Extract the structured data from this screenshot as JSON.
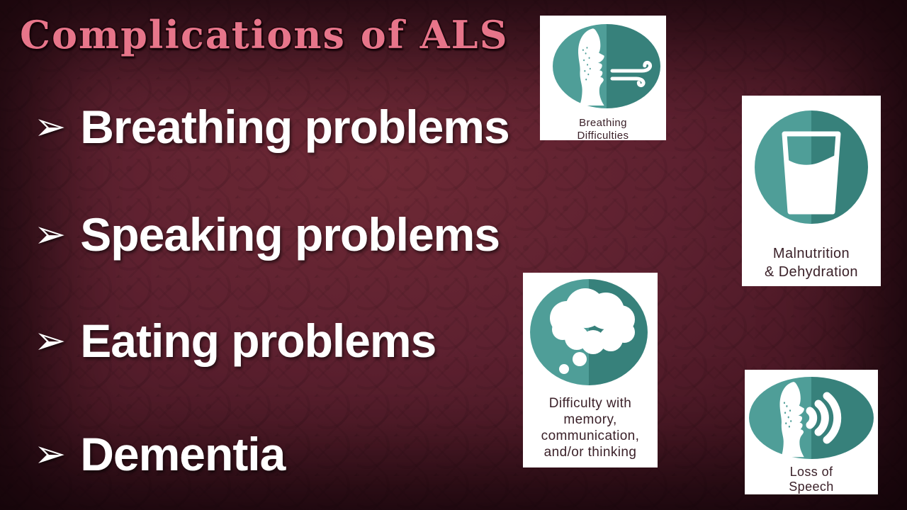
{
  "slide": {
    "title": "Complications of ALS",
    "bullet_marker": "➢",
    "bullets": [
      {
        "label": "Breathing problems"
      },
      {
        "label": "Speaking problems"
      },
      {
        "label": "Eating problems"
      },
      {
        "label": "Dementia"
      }
    ],
    "cards": [
      {
        "icon": "face-exhaling-wind-icon",
        "lines": [
          "Breathing",
          "Difficulties"
        ]
      },
      {
        "icon": "water-glass-icon",
        "lines": [
          "Malnutrition",
          "& Dehydration"
        ]
      },
      {
        "icon": "thought-bubble-icon",
        "lines": [
          "Difficulty with",
          "memory,",
          "communication,",
          "and/or thinking"
        ]
      },
      {
        "icon": "face-speaking-sound-waves-icon",
        "lines": [
          "Loss of",
          "Speech"
        ]
      }
    ],
    "colors": {
      "background_center": "#63242f",
      "background_edge": "#1d060c",
      "title_pink": "#e7758a",
      "bullet_text": "#ffffff",
      "card_background": "#ffffff",
      "icon_teal_light": "#4f9e98",
      "icon_teal_dark": "#37817b",
      "caption_text": "#3b2129"
    }
  }
}
